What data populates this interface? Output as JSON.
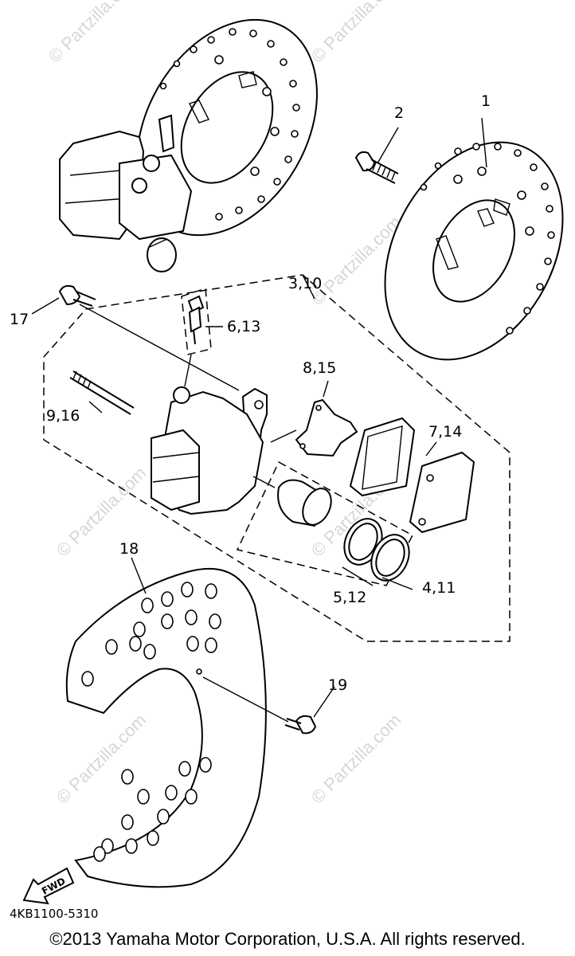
{
  "callouts": {
    "c1": "1",
    "c2": "2",
    "c3_10": "3,10",
    "c4_11": "4,11",
    "c5_12": "5,12",
    "c6_13": "6,13",
    "c7_14": "7,14",
    "c8_15": "8,15",
    "c9_16": "9,16",
    "c17": "17",
    "c18": "18",
    "c19": "19"
  },
  "fwd_label": "FWD",
  "part_code": "4KB1100-5310",
  "watermark": "© Partzilla.com",
  "copyright": "©2013  Yamaha Motor Corporation, U.S.A. All rights reserved."
}
